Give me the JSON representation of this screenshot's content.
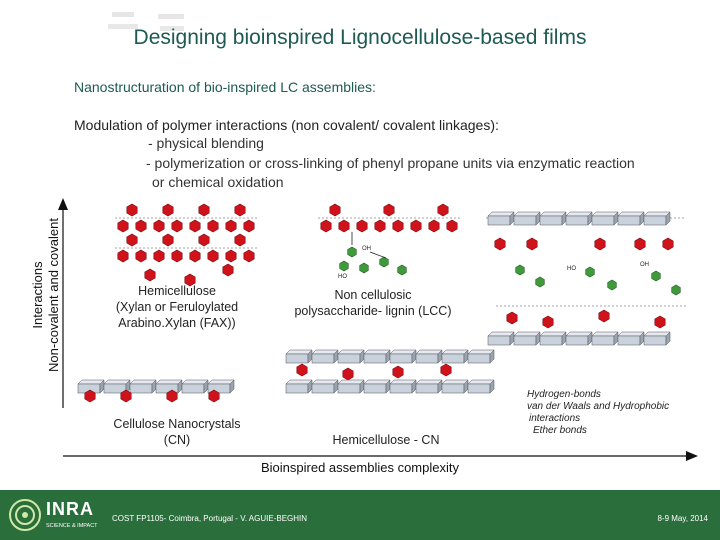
{
  "title": "Designing bioinspired Lignocellulose-based films",
  "subtitle": "Nanostructuration of bio-inspired LC assemblies:",
  "modulation": "Modulation of polymer interactions (non covalent/ covalent linkages):",
  "bullets": [
    "- physical blending",
    "- polymerization or cross-linking of phenyl propane units via enzymatic reaction",
    "or chemical  oxidation"
  ],
  "y_axis": {
    "line1": "Interactions",
    "line2": "Non-covalent and covalent"
  },
  "x_axis": "Bioinspired assemblies complexity",
  "panels": {
    "hemicellulose": {
      "line1": "Hemicellulose",
      "line2": "(Xylan or Feruloylated",
      "line3": "Arabino.Xylan (FAX))"
    },
    "lcc": {
      "line1": "Non cellulosic",
      "line2": "polysaccharide- lignin (LCC)"
    },
    "cn": {
      "line1": "Cellulose Nanocrystals",
      "line2": "(CN)"
    },
    "hemi_cn": "Hemicellulose - CN"
  },
  "bond_note": {
    "line1": "Hydrogen-bonds",
    "line2": "van der Waals and  Hydrophobic",
    "line3": "interactions",
    "line4": "Ether bonds"
  },
  "chem_labels": {
    "oh": "OH",
    "ho": "HO"
  },
  "footer": {
    "logo": "INRA",
    "logo_tagline": "SCIENCE & IMPACT",
    "citation": "COST FP1105- Coimbra, Portugal -  V. AGUIE-BEGHIN",
    "date": "8-9 May, 2014"
  },
  "colors": {
    "title": "#1d5a52",
    "hemicellulose_unit": "#d0121b",
    "cellulose_block": "#c9d1dc",
    "lignin_unit": "#3f9a3b",
    "footer": "#2a6e3c"
  }
}
